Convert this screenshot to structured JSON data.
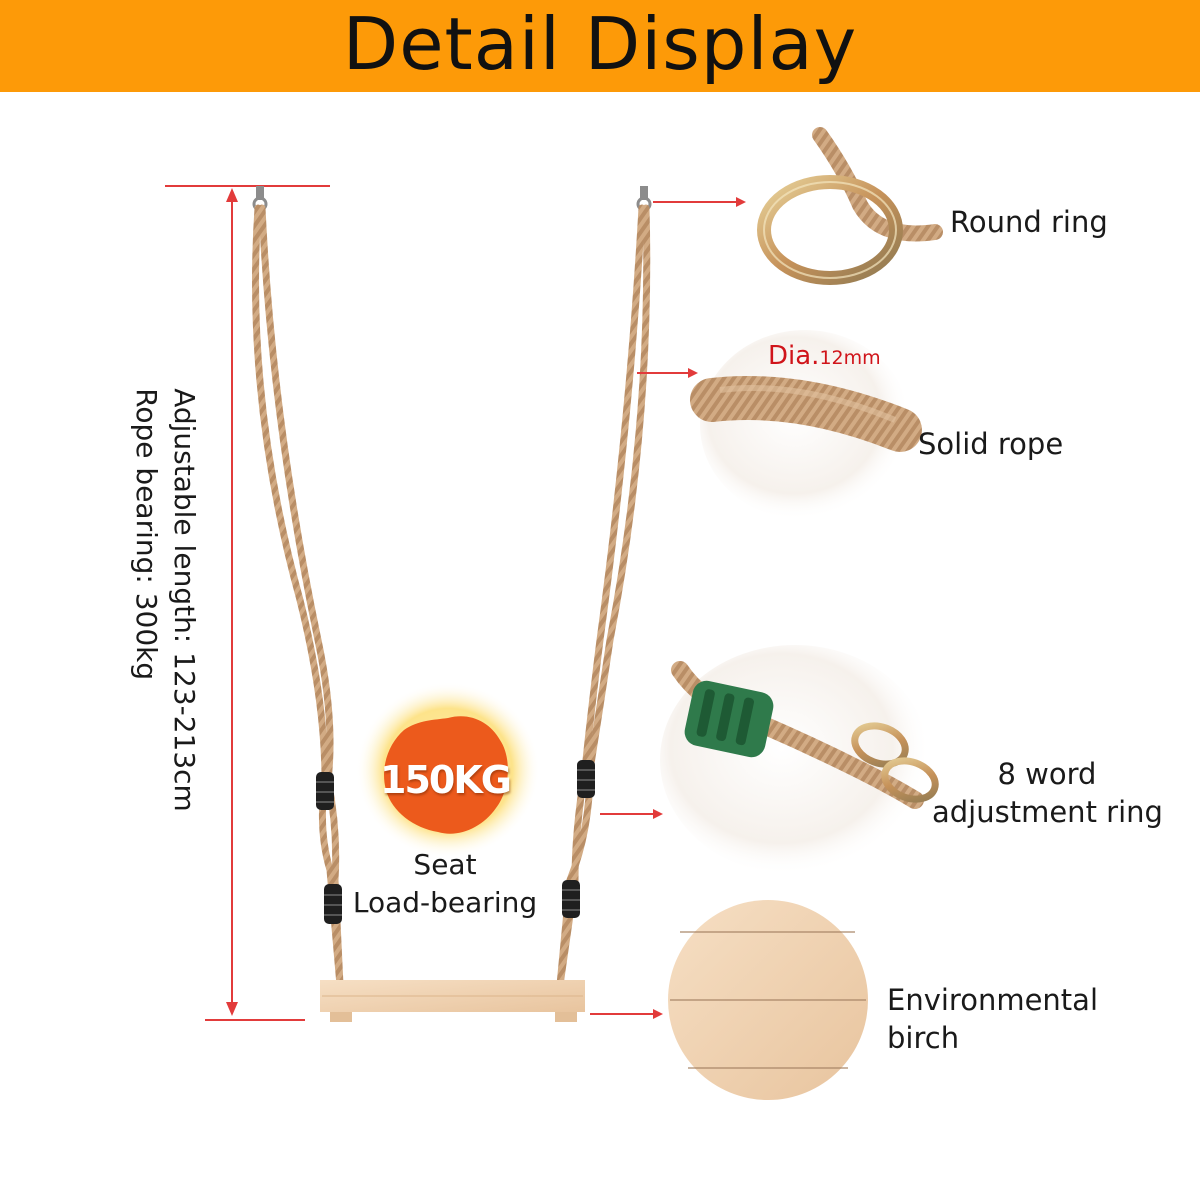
{
  "banner": {
    "title": "Detail Display",
    "color": "#fd9a08"
  },
  "dimensions": {
    "length_text": "Adjustable length: 123-213cm",
    "bearing_text": "Rope bearing: 300kg"
  },
  "badge": {
    "text": "150KG",
    "color": "#ec5a1c",
    "glow": "#fde38a"
  },
  "seat_label": {
    "line1": "Seat",
    "line2": "Load-bearing"
  },
  "details": [
    {
      "label_lines": [
        "Round ring"
      ]
    },
    {
      "label_lines": [
        "Solid rope"
      ],
      "diameter_prefix": "Dia.",
      "diameter_value": "12mm"
    },
    {
      "label_lines": [
        "8 word",
        "adjustment ring"
      ]
    },
    {
      "label_lines": [
        "Environmental",
        "birch"
      ]
    }
  ],
  "colors": {
    "arrow": "#e23b3b",
    "rope": "#c9a27c",
    "adjuster": "#1f1f1f",
    "wood": "#efd2b0",
    "clip": "#2f7a4b"
  }
}
